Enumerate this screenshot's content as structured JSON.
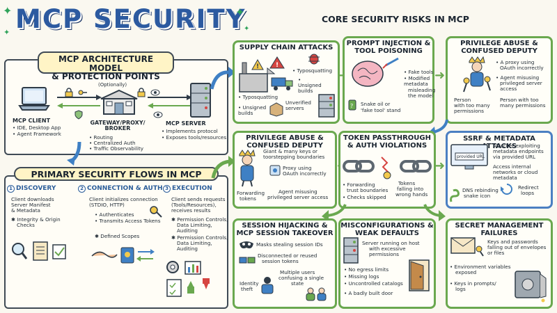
{
  "title": "MCP SECURITY",
  "core_header": "CORE SECURITY RISKS IN MCP",
  "arch": {
    "title_line1": "MCP ARCHITECTURE MODEL",
    "title_line2": "& PROTECTION POINTS",
    "optionally": "(Optionally)",
    "client": {
      "title": "MCP CLIENT",
      "items": [
        "• IDE, Desktop App",
        "• Agent Framework"
      ]
    },
    "gateway": {
      "title_line1": "GATEWAY/PROXY/",
      "title_line2": "BROKER",
      "items": [
        "• Routing",
        "• Centralized Auth",
        "• Traffic Observability"
      ]
    },
    "server": {
      "title": "MCP SERVER",
      "items": [
        "• Implements protocol",
        "• Exposes tools/resources"
      ]
    }
  },
  "flows": {
    "title": "PRIMARY SECURITY FLOWS IN MCP",
    "discovery": {
      "num": "1",
      "title": "DISCOVERY",
      "lines": [
        "Client downloads",
        "Server Manifest",
        "& Metadata",
        "✱ Integrity & Origin",
        "Checks"
      ]
    },
    "connection": {
      "num": "2",
      "title": "CONNECTION & AUTH",
      "lines": [
        "Client initializes connection",
        "(STDIO, HTTP)",
        "• Authenticates",
        "• Transmits Access Tokens",
        "✱ Defined Scopes"
      ]
    },
    "execution": {
      "num": "3",
      "title": "EXECUTION",
      "lines": [
        "Client sends requests",
        "(Tools/Resources),",
        "receives results",
        "✱ Permission Controls,",
        "Data Limiting,",
        "Auditing",
        "✱ Permission Controls,",
        "Data Limiting,",
        "Auditing"
      ]
    }
  },
  "cards": {
    "supply": {
      "title": "SUPPLY CHAIN ATTACKS",
      "lines": [
        "• Typosquatting",
        "• Unsigned builds",
        "• Typosquatting",
        "• Unsigned builds",
        "Unverified servers"
      ]
    },
    "prompt": {
      "title_line1": "PROMPT INJECTION &",
      "title_line2": "TOOL POISONING",
      "lines": [
        "• Fake tools",
        "• Modified metadata",
        "misleading",
        "the model",
        "Snake oil or",
        "'fake tool' stand"
      ]
    },
    "priv1": {
      "title_line1": "PRIVILEGE ABUSE &",
      "title_line2": "CONFUSED DEPUTY",
      "lines": [
        "• A proxy using",
        "OAuth incorrectly",
        "• Agent misusing",
        "privileged server",
        "access",
        "Person",
        "with too many",
        "permissions",
        "Person with too",
        "many permissions"
      ]
    },
    "priv2": {
      "title_line1": "PRIVILEGE ABUSE &",
      "title_line2": "CONFUSED DEPUTY",
      "lines": [
        "Giant & many keys or",
        "toorstepping boundaries",
        "Proxy using",
        "OAuth incorrectly",
        "Forwarding",
        "tokens",
        "Agent misusing",
        "privileged server access"
      ]
    },
    "token": {
      "title_line1": "TOKEN PASSTHROUGH",
      "title_line2": "& AUTH VIOLATIONS",
      "lines": [
        "• Forwarding",
        "trust boundaries",
        "• Checks skipped",
        "Tokens",
        "falling into",
        "wrong hands"
      ]
    },
    "ssrf": {
      "title": "SSRF & METADATA ATTACKS",
      "lines": [
        "Attacker exploiting",
        "metadata endpoints",
        "via provided URL",
        "Access internal",
        "networks or cloud",
        "metadata",
        "DNS rebinding",
        "snake icon",
        "Redirect",
        "loops"
      ],
      "url_label": "provided URL"
    },
    "session": {
      "title_line1": "SESSION HIJACKING &",
      "title_line2": "MCP SESSION TAKEOVER",
      "lines": [
        "Masks stealing session IDs",
        "Disconnected or reused",
        "session tokens",
        "Multiple users",
        "confusing a single",
        "state",
        "Identity",
        "theft"
      ]
    },
    "misconfig": {
      "title_line1": "MISCONFIGURATIONS &",
      "title_line2": "WEAK DEFAULTS",
      "lines": [
        "Server running on host",
        "with excessive",
        "permissions",
        "• No egress limits",
        "• Missing logs",
        "• Uncontrolled catalogs",
        "• A badly built door"
      ]
    },
    "secret": {
      "title_line1": "SECRET MANAGEMENT",
      "title_line2": "FAILURES",
      "lines": [
        "Keys and passwords",
        "falling out of envelopes",
        "or files",
        "• Environment variables",
        "exposed",
        "• Keys in prompts/",
        "logs"
      ]
    }
  },
  "colors": {
    "green": "#6aa84f",
    "blue": "#3f80c4",
    "title_blue": "#2c5aa0",
    "red": "#d64541",
    "yellow": "#f2c94c"
  }
}
